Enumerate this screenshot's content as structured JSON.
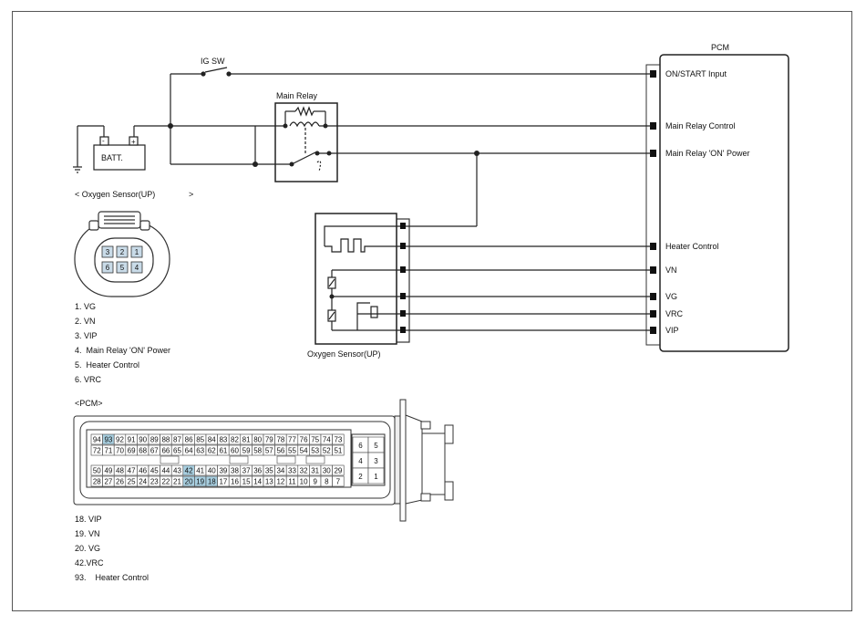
{
  "pcm": {
    "title": "PCM",
    "pins": [
      "ON/START Input",
      "Main Relay Control",
      "Main Relay 'ON' Power",
      "Heater Control",
      "VN",
      "VG",
      "VRC",
      "VIP"
    ]
  },
  "ig_sw": "IG SW",
  "main_relay": "Main Relay",
  "battery": {
    "label": "BATT.",
    "neg": "-",
    "pos": "+"
  },
  "sensor": {
    "title_left": "< Oxygen Sensor(UP)",
    "title_right": ">",
    "pins_legend": [
      "1. VG",
      "2. VN",
      "3. VIP",
      "4.  Main Relay 'ON' Power",
      "5.  Heater Control",
      "6. VRC"
    ],
    "connector_pins": [
      "3",
      "2",
      "1",
      "6",
      "5",
      "4"
    ],
    "caption": "Oxygen Sensor(UP)"
  },
  "pcm_connector": {
    "title": "<PCM>",
    "row1": [
      "94",
      "93",
      "92",
      "91",
      "90",
      "89",
      "88",
      "87",
      "86",
      "85",
      "84",
      "83",
      "82",
      "81",
      "80",
      "79",
      "78",
      "77",
      "76",
      "75",
      "74",
      "73"
    ],
    "row2": [
      "72",
      "71",
      "70",
      "69",
      "68",
      "67",
      "66",
      "65",
      "64",
      "63",
      "62",
      "61",
      "60",
      "59",
      "58",
      "57",
      "56",
      "55",
      "54",
      "53",
      "52",
      "51"
    ],
    "row3": [
      "50",
      "49",
      "48",
      "47",
      "46",
      "45",
      "44",
      "43",
      "42",
      "41",
      "40",
      "39",
      "38",
      "37",
      "36",
      "35",
      "34",
      "33",
      "32",
      "31",
      "30",
      "29"
    ],
    "row4": [
      "28",
      "27",
      "26",
      "25",
      "24",
      "23",
      "22",
      "21",
      "20",
      "19",
      "18",
      "17",
      "16",
      "15",
      "14",
      "13",
      "12",
      "11",
      "10",
      "9",
      "8",
      "7"
    ],
    "small": [
      [
        "6",
        "5"
      ],
      [
        "4",
        "3"
      ],
      [
        "2",
        "1"
      ]
    ],
    "highlighted": [
      "93",
      "42",
      "20",
      "19",
      "18"
    ],
    "highlight_color": "#a8cfe0",
    "pins_legend": [
      "18. VIP",
      "19. VN",
      "20. VG",
      "42.VRC",
      "93.    Heater Control"
    ]
  }
}
